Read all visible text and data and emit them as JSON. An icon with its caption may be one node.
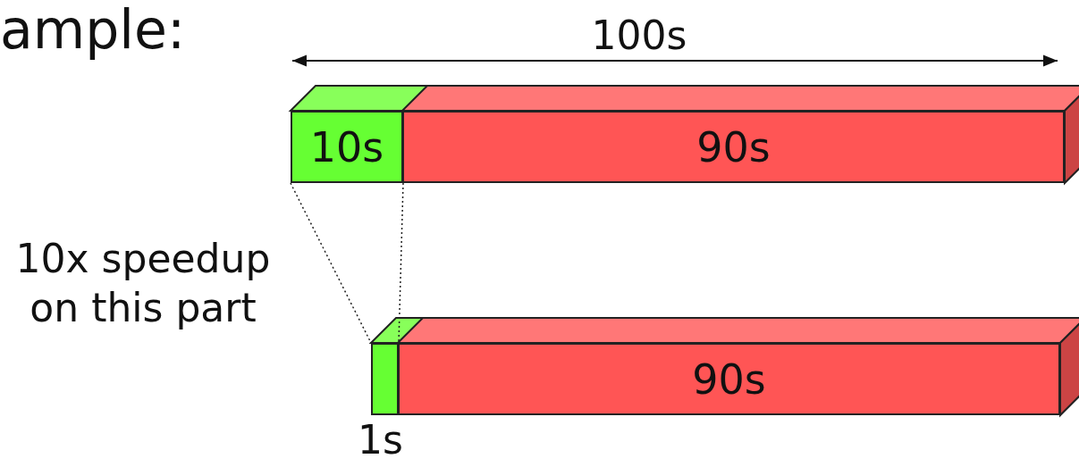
{
  "diagram": {
    "title": "ample:",
    "nodes": [
      {
        "text": [
          "10s"
        ]
      },
      {
        "text": [
          "90s"
        ]
      },
      {
        "text": [],
        "shape": "bar",
        "beside": [
          "1s"
        ]
      },
      {
        "text": [
          "90s"
        ]
      }
    ],
    "edges": [
      {
        "from": 0,
        "to": 2,
        "arrow": "none",
        "style": "dashed"
      },
      {
        "from": 0,
        "to": 2,
        "arrow": "none",
        "style": "dashed"
      }
    ],
    "labels": [
      "100s",
      "10x speedup on this part"
    ]
  }
}
